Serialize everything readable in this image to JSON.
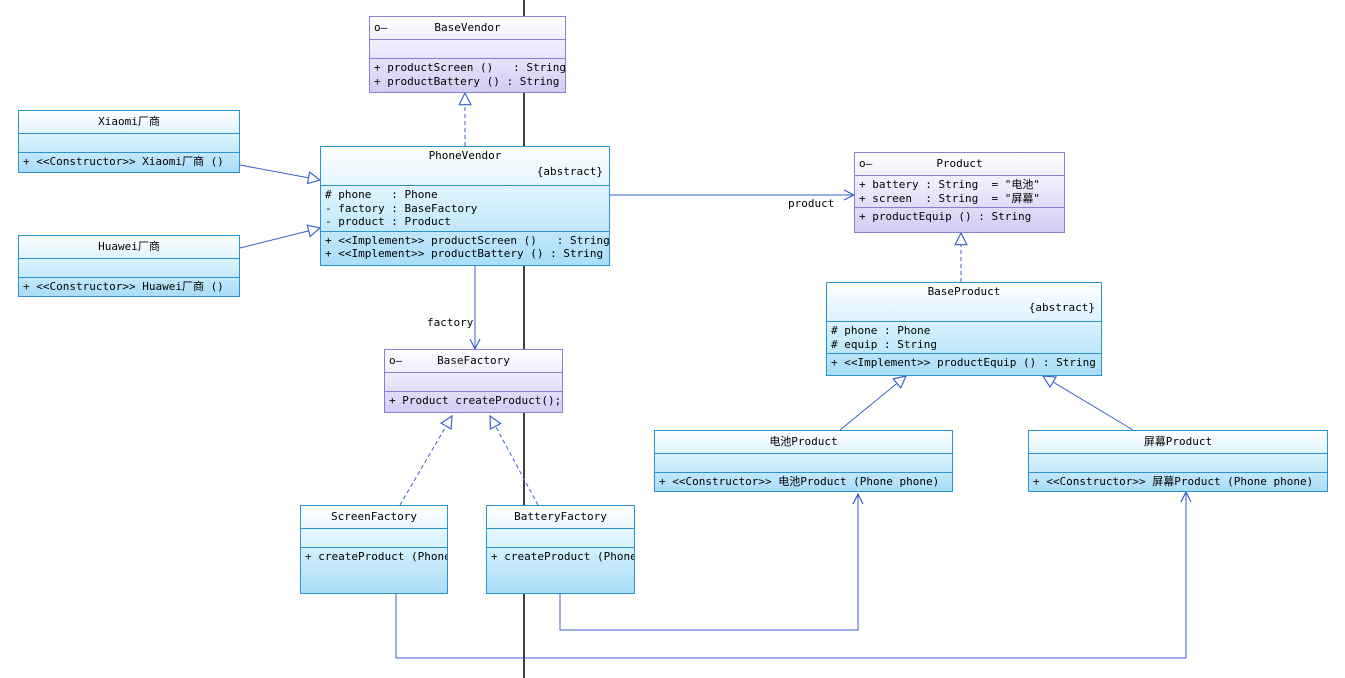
{
  "classes": {
    "base_vendor": {
      "name": "BaseVendor",
      "attributes": [],
      "methods": [
        "+ productScreen ()   : String",
        "+ productBattery () : String"
      ]
    },
    "xiaomi": {
      "name": "Xiaomi厂商",
      "attributes": [],
      "methods": [
        "+ <<Constructor>> Xiaomi厂商 ()"
      ]
    },
    "huawei": {
      "name": "Huawei厂商",
      "attributes": [],
      "methods": [
        "+ <<Constructor>> Huawei厂商 ()"
      ]
    },
    "phone_vendor": {
      "name": "PhoneVendor",
      "stereotype": "{abstract}",
      "attributes": [
        "# phone   : Phone",
        "- factory : BaseFactory",
        "- product : Product"
      ],
      "methods": [
        "+ <<Implement>> productScreen ()   : String",
        "+ <<Implement>> productBattery () : String"
      ]
    },
    "product": {
      "name": "Product",
      "attributes": [
        "+ battery : String  = \"电池\"",
        "+ screen  : String  = \"屏幕\""
      ],
      "methods": [
        "+ productEquip () : String"
      ]
    },
    "base_product": {
      "name": "BaseProduct",
      "stereotype": "{abstract}",
      "attributes": [
        "# phone : Phone",
        "# equip : String"
      ],
      "methods": [
        "+ <<Implement>> productEquip () : String"
      ]
    },
    "base_factory": {
      "name": "BaseFactory",
      "attributes": [],
      "methods": [
        "+ Product createProduct();"
      ]
    },
    "screen_factory": {
      "name": "ScreenFactory",
      "attributes": [],
      "methods": [
        "+ createProduct (Phone"
      ]
    },
    "battery_factory": {
      "name": "BatteryFactory",
      "attributes": [],
      "methods": [
        "+ createProduct (Phone"
      ]
    },
    "battery_product": {
      "name": "电池Product",
      "attributes": [],
      "methods": [
        "+ <<Constructor>> 电池Product (Phone phone)"
      ]
    },
    "screen_product": {
      "name": "屏幕Product",
      "attributes": [],
      "methods": [
        "+ <<Constructor>> 屏幕Product (Phone phone)"
      ]
    }
  },
  "edge_labels": {
    "product": "product",
    "factory": "factory"
  },
  "colors": {
    "class_border": "#2c93d1",
    "interface_border": "#8a7fd0",
    "edge": "#3a5fcd",
    "divider": "#000000"
  }
}
